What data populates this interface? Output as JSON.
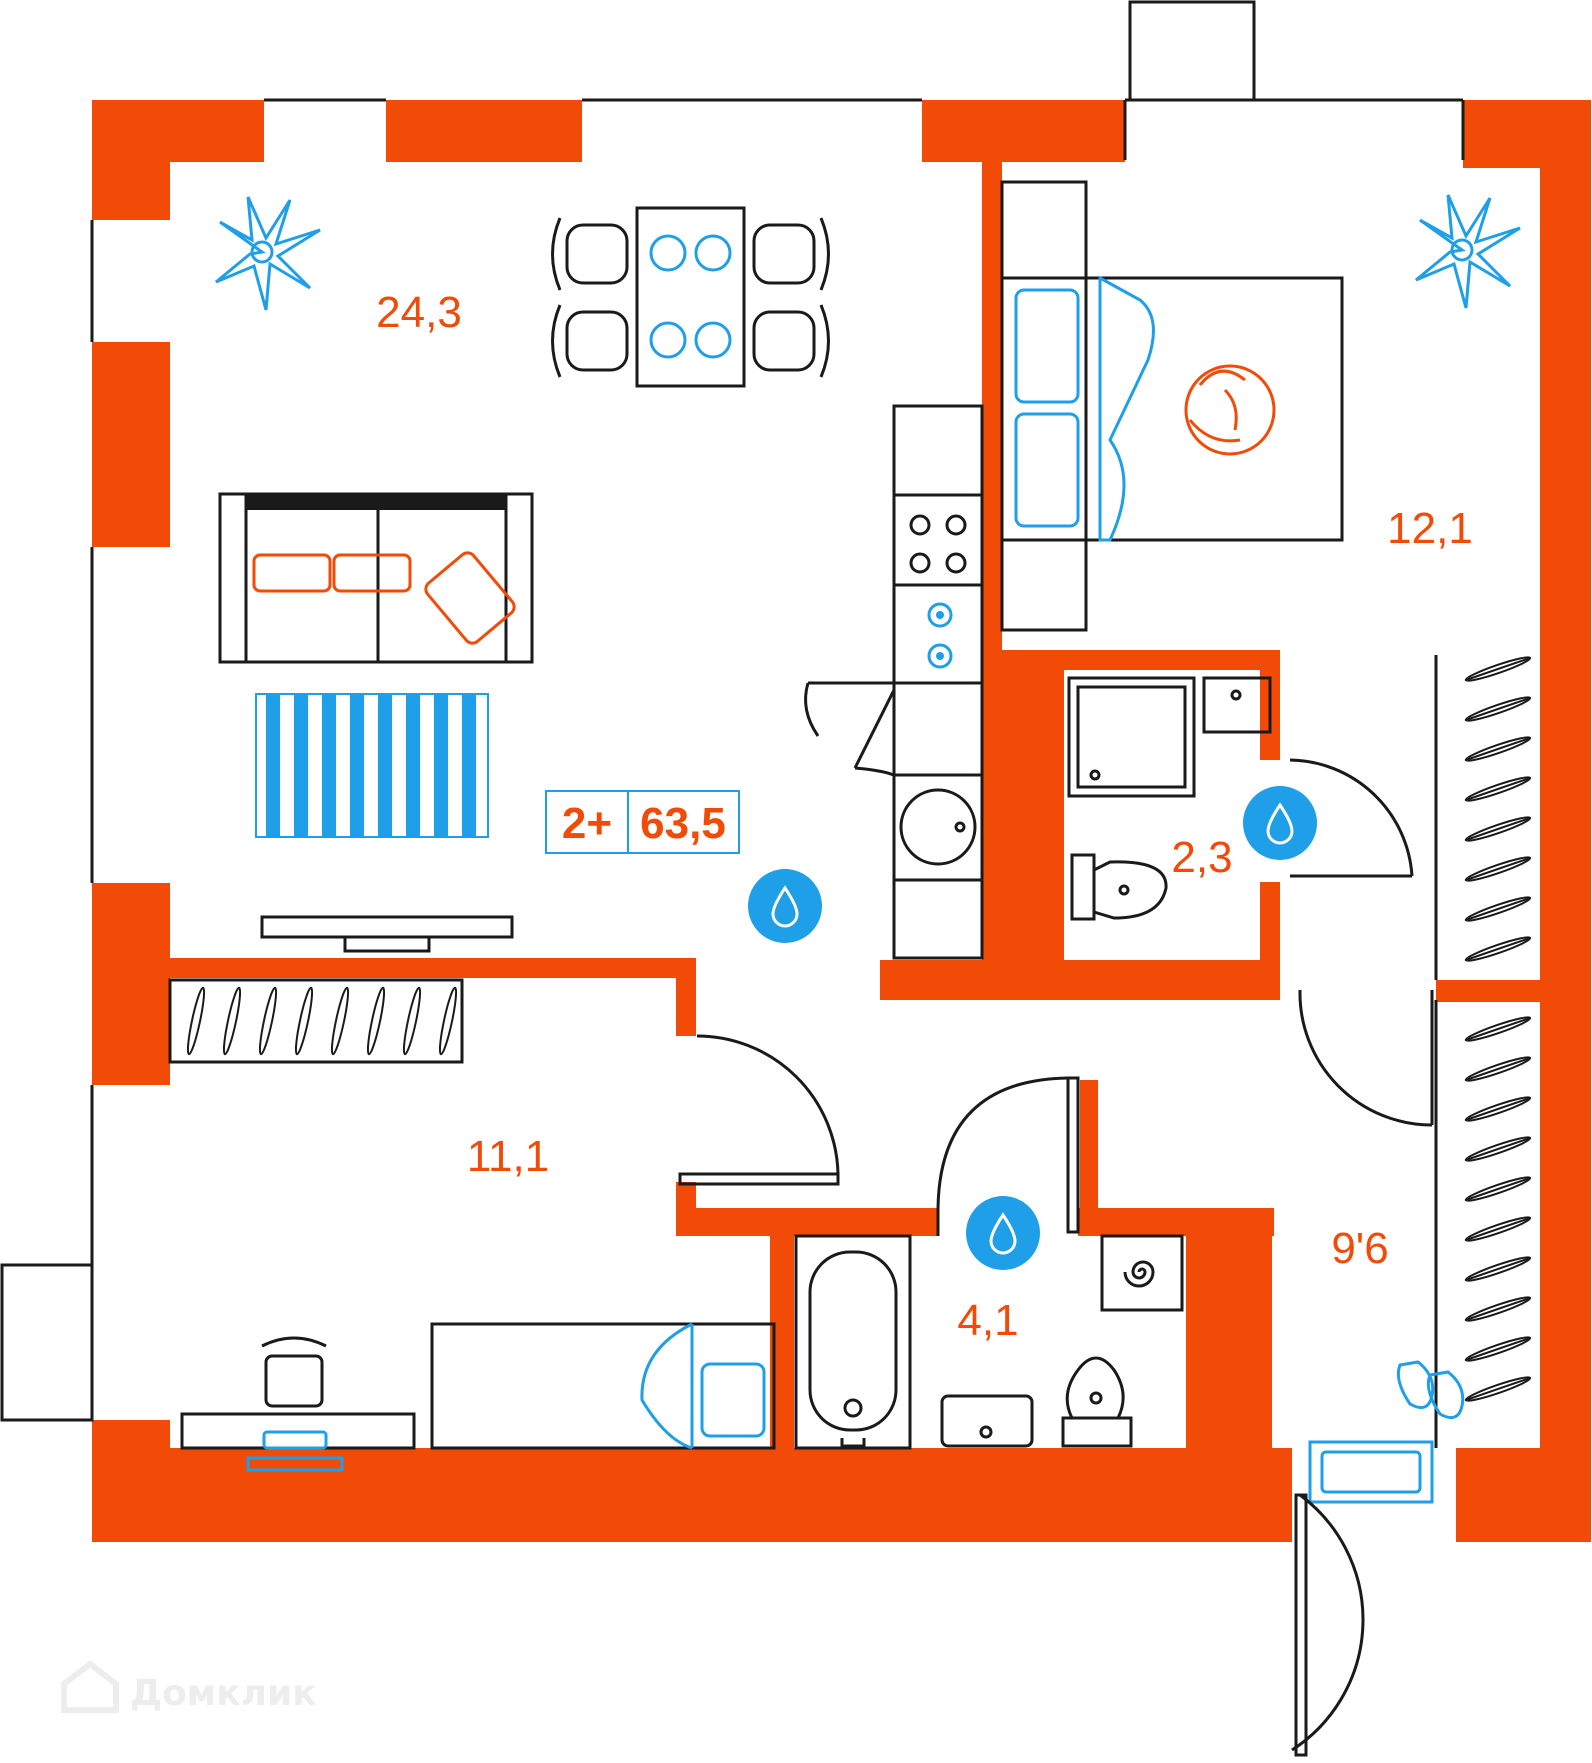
{
  "colors": {
    "wall": "#f24a07",
    "accent_blue": "#1e9fe8",
    "line": "#1a1a1a",
    "label": "#f24a07"
  },
  "badge": {
    "rooms": "2+",
    "total_area": "63,5"
  },
  "rooms": {
    "living": "24,3",
    "bedroom": "12,1",
    "bedroom2": "11,1",
    "wc": "2,3",
    "bathroom": "4,1",
    "hallway": "9'6"
  },
  "icons": [
    "plant-icon",
    "water-drop-icon",
    "cat-icon",
    "slippers-icon",
    "house-logo-icon"
  ],
  "watermark": {
    "text": "Домклик"
  }
}
